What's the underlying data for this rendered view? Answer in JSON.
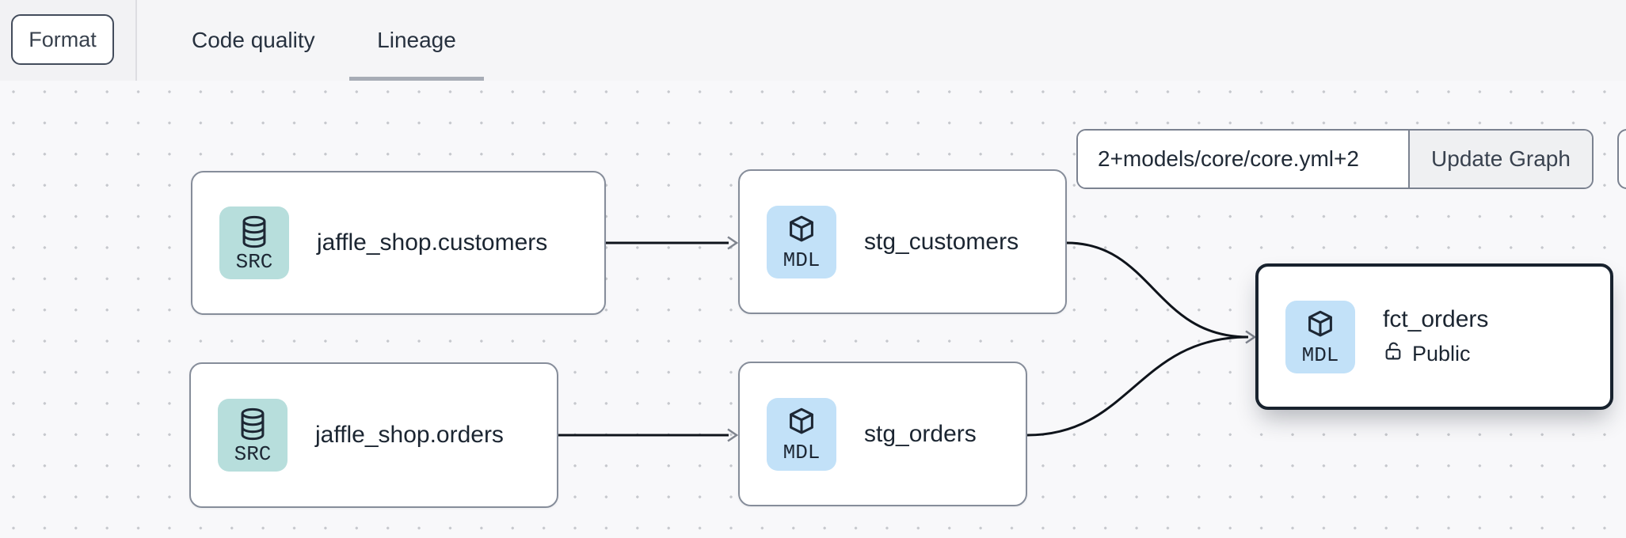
{
  "toolbar": {
    "format_button": "Format",
    "tabs": [
      {
        "label": "Code quality",
        "active": false
      },
      {
        "label": "Lineage",
        "active": true
      }
    ]
  },
  "graph_controls": {
    "selector_input": "2+models/core/core.yml+2",
    "update_button": "Update Graph"
  },
  "lineage": {
    "nodes": [
      {
        "id": "jaffle_shop.customers",
        "label": "jaffle_shop.customers",
        "badge": "SRC",
        "kind": "source",
        "icon": "database-icon",
        "selected": false
      },
      {
        "id": "stg_customers",
        "label": "stg_customers",
        "badge": "MDL",
        "kind": "model",
        "icon": "cube-icon",
        "selected": false
      },
      {
        "id": "jaffle_shop.orders",
        "label": "jaffle_shop.orders",
        "badge": "SRC",
        "kind": "source",
        "icon": "database-icon",
        "selected": false
      },
      {
        "id": "stg_orders",
        "label": "stg_orders",
        "badge": "MDL",
        "kind": "model",
        "icon": "cube-icon",
        "selected": false
      },
      {
        "id": "fct_orders",
        "label": "fct_orders",
        "badge": "MDL",
        "kind": "model",
        "icon": "cube-icon",
        "selected": true,
        "access_label": "Public"
      }
    ],
    "edges": [
      {
        "from": "jaffle_shop.customers",
        "to": "stg_customers"
      },
      {
        "from": "jaffle_shop.orders",
        "to": "stg_orders"
      },
      {
        "from": "stg_customers",
        "to": "fct_orders"
      },
      {
        "from": "stg_orders",
        "to": "fct_orders"
      }
    ]
  },
  "colors": {
    "source_badge_bg": "#b7dedc",
    "model_badge_bg": "#c2e1f8",
    "node_border": "#868d9a",
    "selected_node_border": "#18222e",
    "text": "#1b2531",
    "toolbar_bg": "#f2f2f4",
    "canvas_bg": "#f8f8fa",
    "canvas_dot": "#c6c8cd",
    "tab_underline": "#a7acb6",
    "edge": "#0f141b",
    "update_button_bg": "#eff0f2"
  }
}
